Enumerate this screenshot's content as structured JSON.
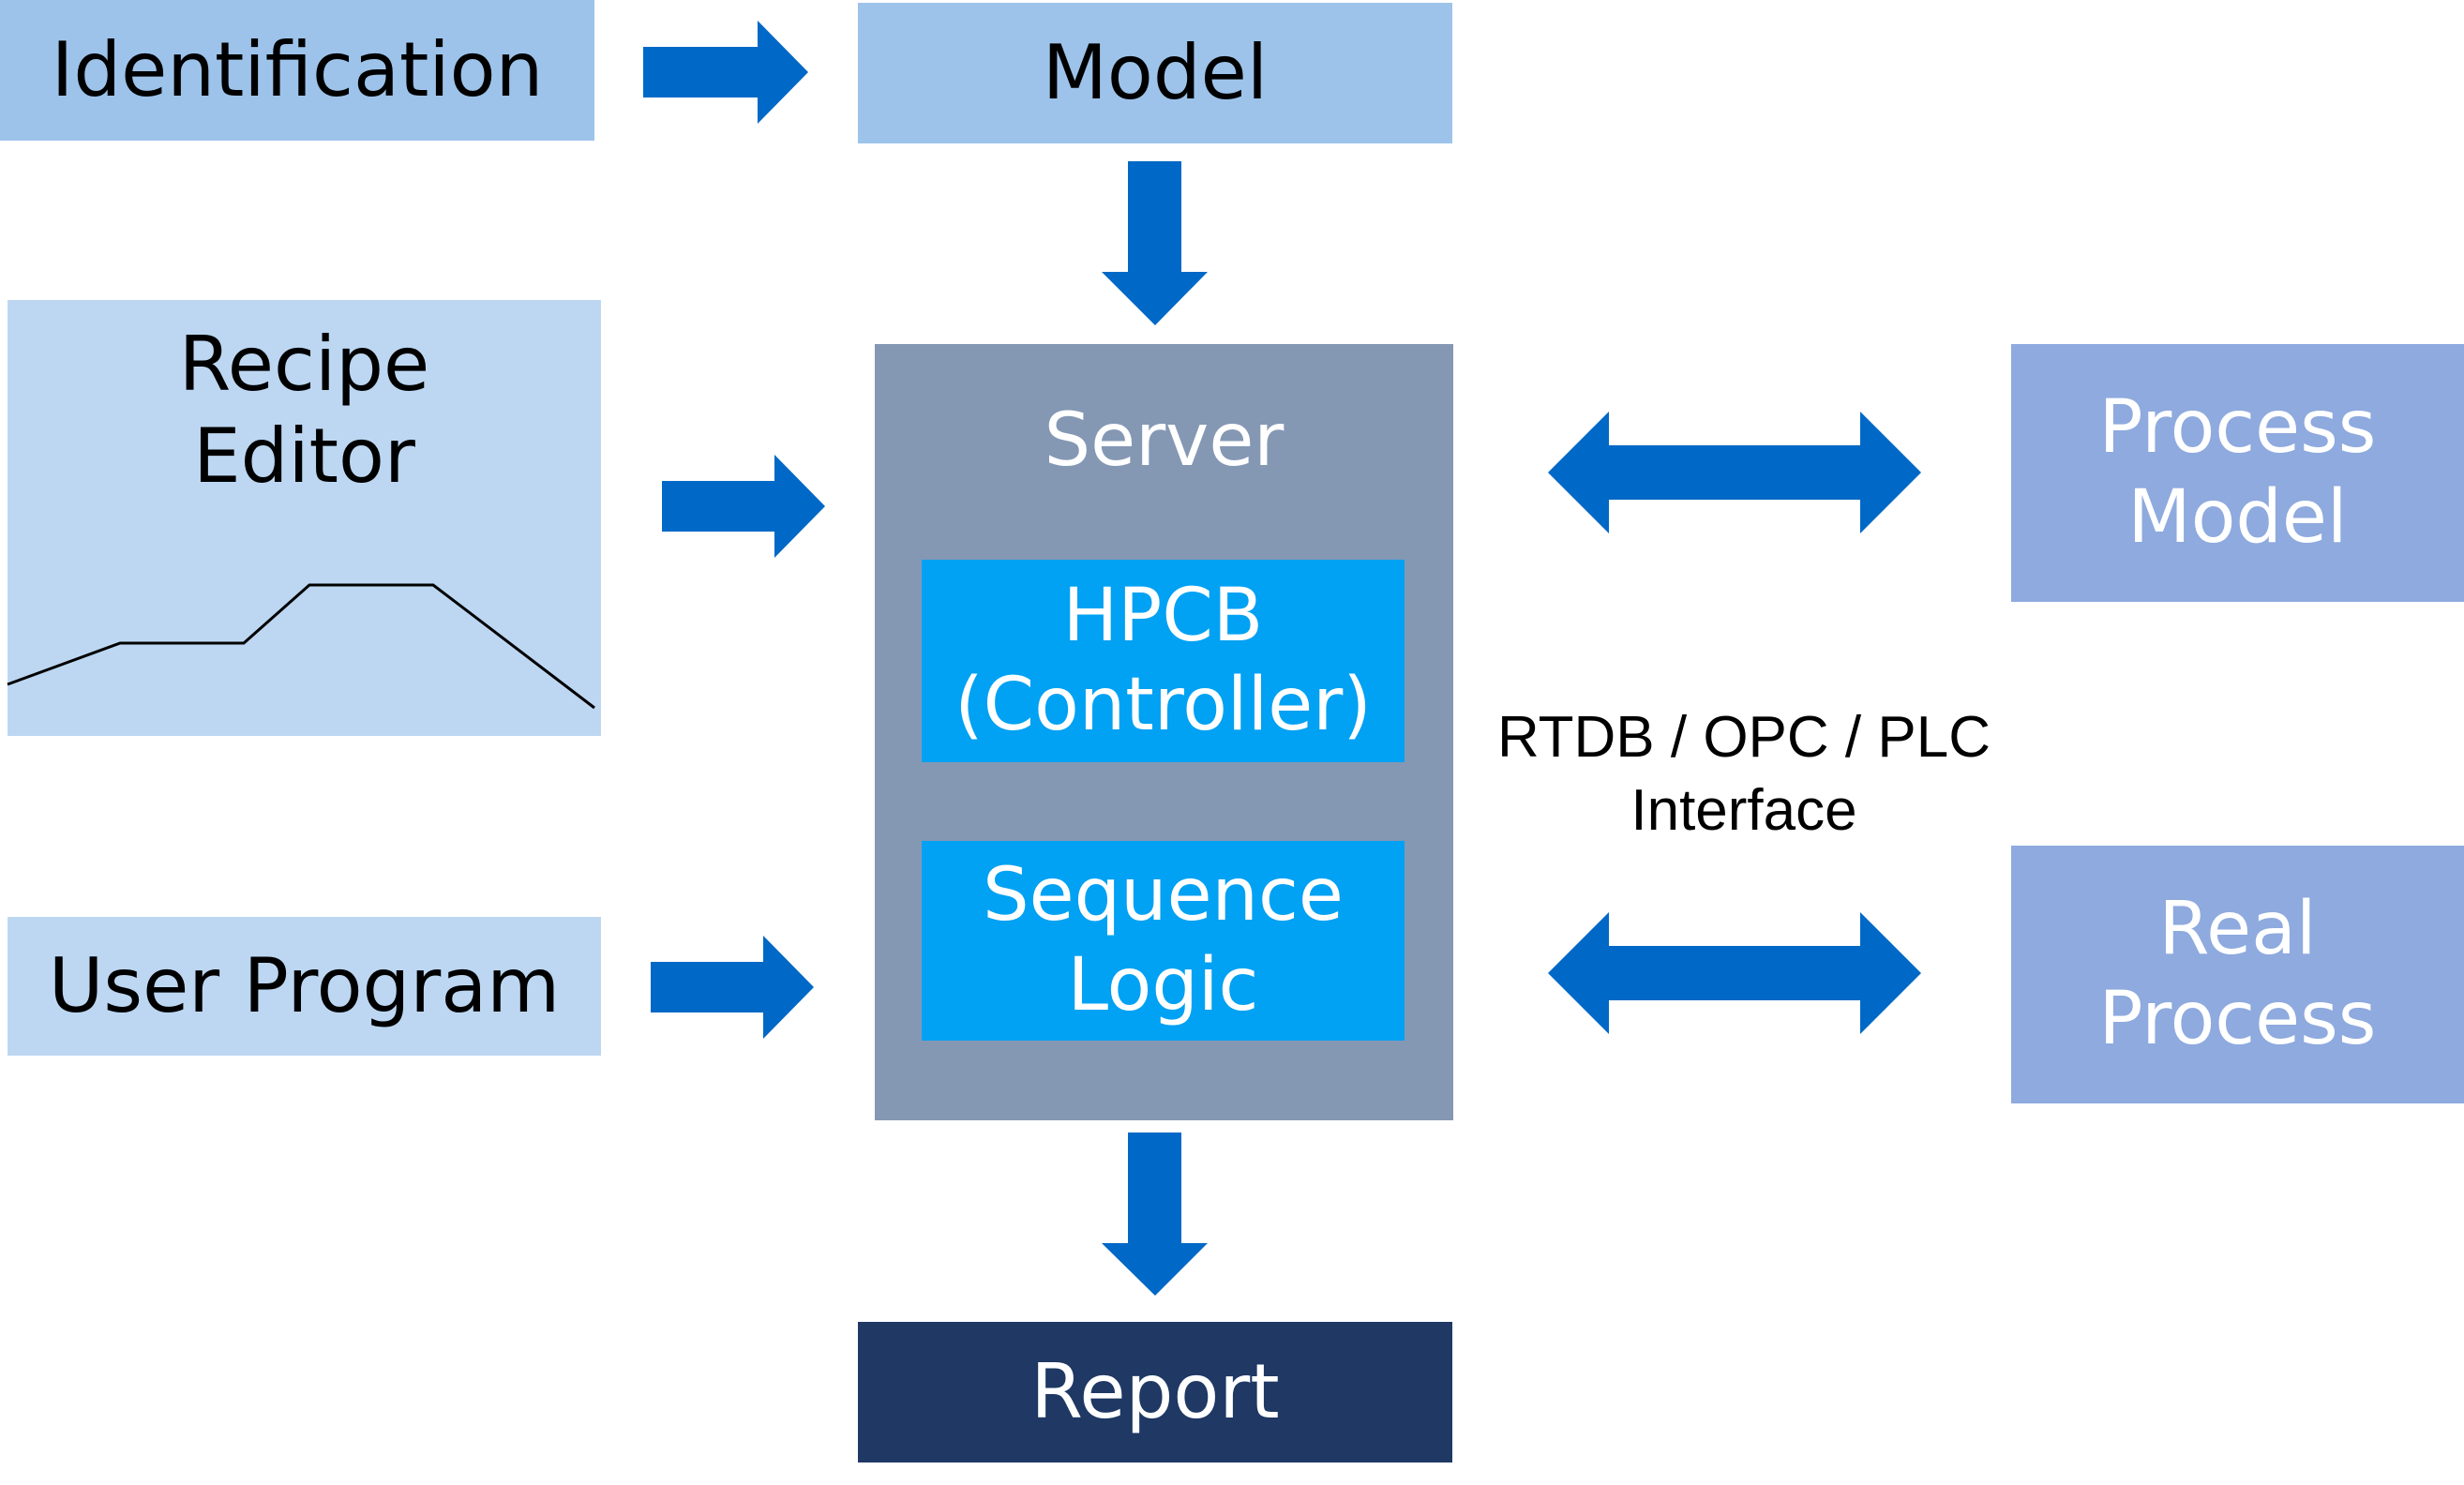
{
  "nodes": {
    "identification": "Identification",
    "model": "Model",
    "recipe_editor": [
      "Recipe",
      "Editor"
    ],
    "user_program": "User Program",
    "server": "Server",
    "hpcb": [
      "HPCB",
      "(Controller)"
    ],
    "sequence_logic": [
      "Sequence",
      "Logic"
    ],
    "report": "Report",
    "process_model": [
      "Process",
      "Model"
    ],
    "real_process": [
      "Real",
      "Process"
    ]
  },
  "interface_label": [
    "RTDB / OPC / PLC",
    "Interface"
  ],
  "colors": {
    "light_blue": "#9dc3ea",
    "pale_blue": "#bdd7f2",
    "server_gray_blue": "#8498b4",
    "bright_blue": "#01a1f3",
    "navy": "#1f3864",
    "periwinkle": "#8eaade",
    "arrow_blue": "#0068c6"
  }
}
